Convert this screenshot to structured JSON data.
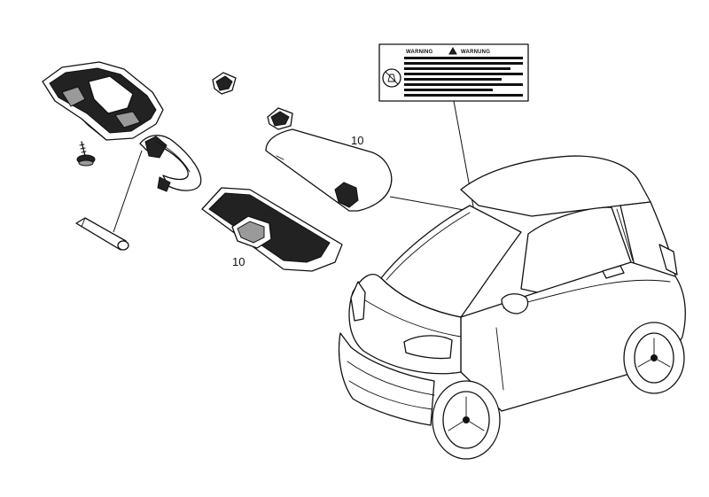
{
  "callouts": {
    "sun_visor": "10",
    "vanity_mirror_light": "10"
  },
  "warning_label": {
    "title_left": "WARNING",
    "title_right": "WARNUNG"
  },
  "colors": {
    "line": "#111111",
    "background": "#ffffff"
  }
}
